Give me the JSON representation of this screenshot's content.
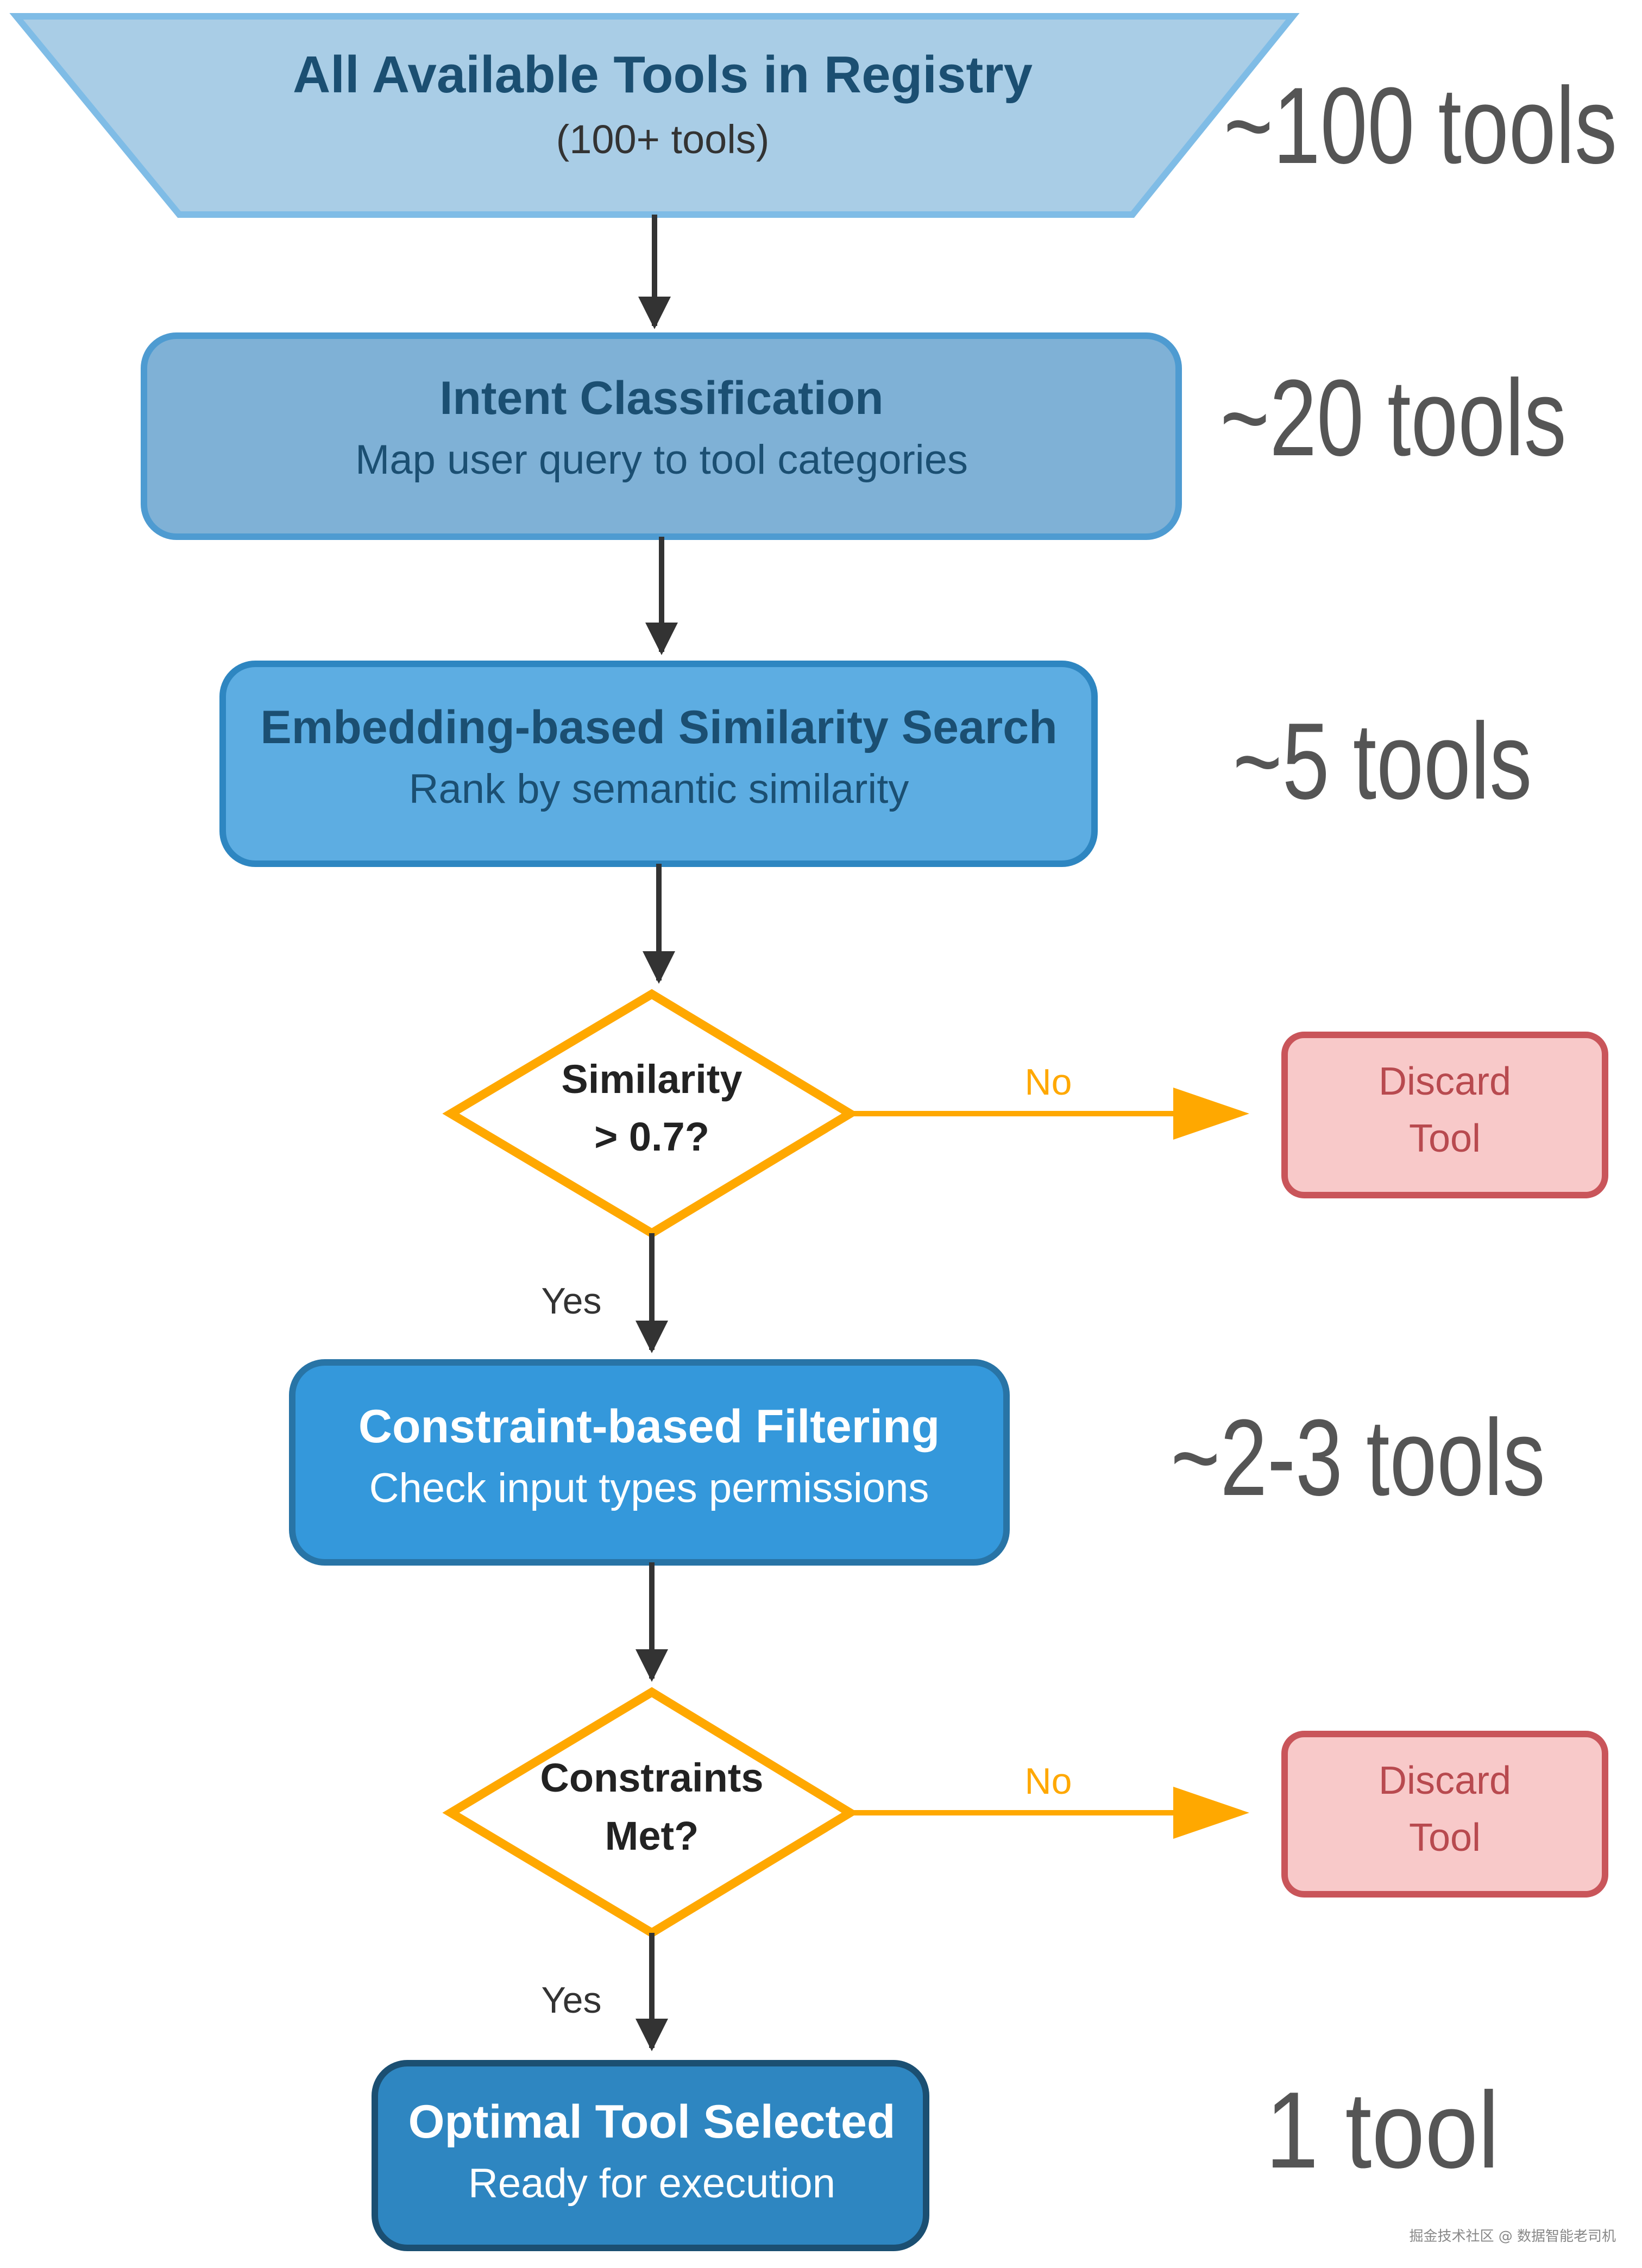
{
  "registry": {
    "title": "All Available Tools in Registry",
    "subtitle": "(100+ tools)",
    "count": "~100 tools"
  },
  "intent": {
    "title": "Intent Classification",
    "subtitle": "Map user query to tool categories",
    "count": "~20 tools"
  },
  "embedding": {
    "title": "Embedding-based Similarity Search",
    "subtitle": "Rank by semantic similarity",
    "count": "~5 tools"
  },
  "similarity_check": {
    "line1": "Similarity",
    "line2": "> 0.7?",
    "no_label": "No",
    "yes_label": "Yes"
  },
  "discard1": {
    "line1": "Discard",
    "line2": "Tool"
  },
  "constraint": {
    "title": "Constraint-based Filtering",
    "subtitle": "Check input types permissions",
    "count": "~2-3 tools"
  },
  "constraints_check": {
    "line1": "Constraints",
    "line2": "Met?",
    "no_label": "No",
    "yes_label": "Yes"
  },
  "discard2": {
    "line1": "Discard",
    "line2": "Tool"
  },
  "optimal": {
    "title": "Optimal Tool Selected",
    "subtitle": "Ready for execution",
    "count": "1 tool"
  },
  "watermark": "掘金技术社区 @ 数据智能老司机",
  "colors": {
    "registry_fill": "#a9cde6",
    "registry_stroke": "#7fbce6",
    "intent_fill": "#7fb1d6",
    "intent_stroke": "#4e9bd1",
    "embedding_fill": "#5dade2",
    "embedding_stroke": "#2e86c1",
    "constraint_fill": "#3498db",
    "constraint_stroke": "#2874a6",
    "optimal_fill": "#2e86c1",
    "optimal_stroke": "#1b4f72",
    "diamond_stroke": "#ffa800",
    "discard_fill": "#f8c9c9",
    "discard_stroke": "#c9555a",
    "discard_text": "#b84a4f",
    "dark_title": "#1b4f72",
    "arrow": "#333333",
    "count_text": "#555555"
  }
}
